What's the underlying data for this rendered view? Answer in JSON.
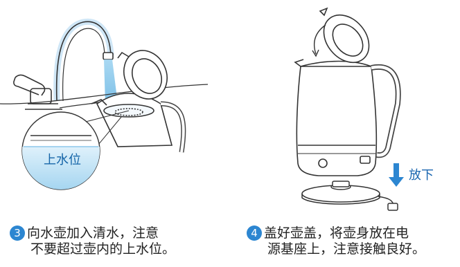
{
  "left_panel": {
    "level_label": "上水位"
  },
  "right_panel": {
    "arrow_label": "放下"
  },
  "steps": [
    {
      "number": "3",
      "line1": "向水壶加入清水，注意",
      "line2": "不要超过壶内的上水位。"
    },
    {
      "number": "4",
      "line1": "盖好壶盖，将壶身放在电",
      "line2": "源基座上，注意接触良好。"
    }
  ],
  "colors": {
    "line": "#333333",
    "water": "#7fc6ec",
    "water_light": "#cfe9f7",
    "accent": "#2c86d1",
    "label_text": "#1a66b0"
  }
}
